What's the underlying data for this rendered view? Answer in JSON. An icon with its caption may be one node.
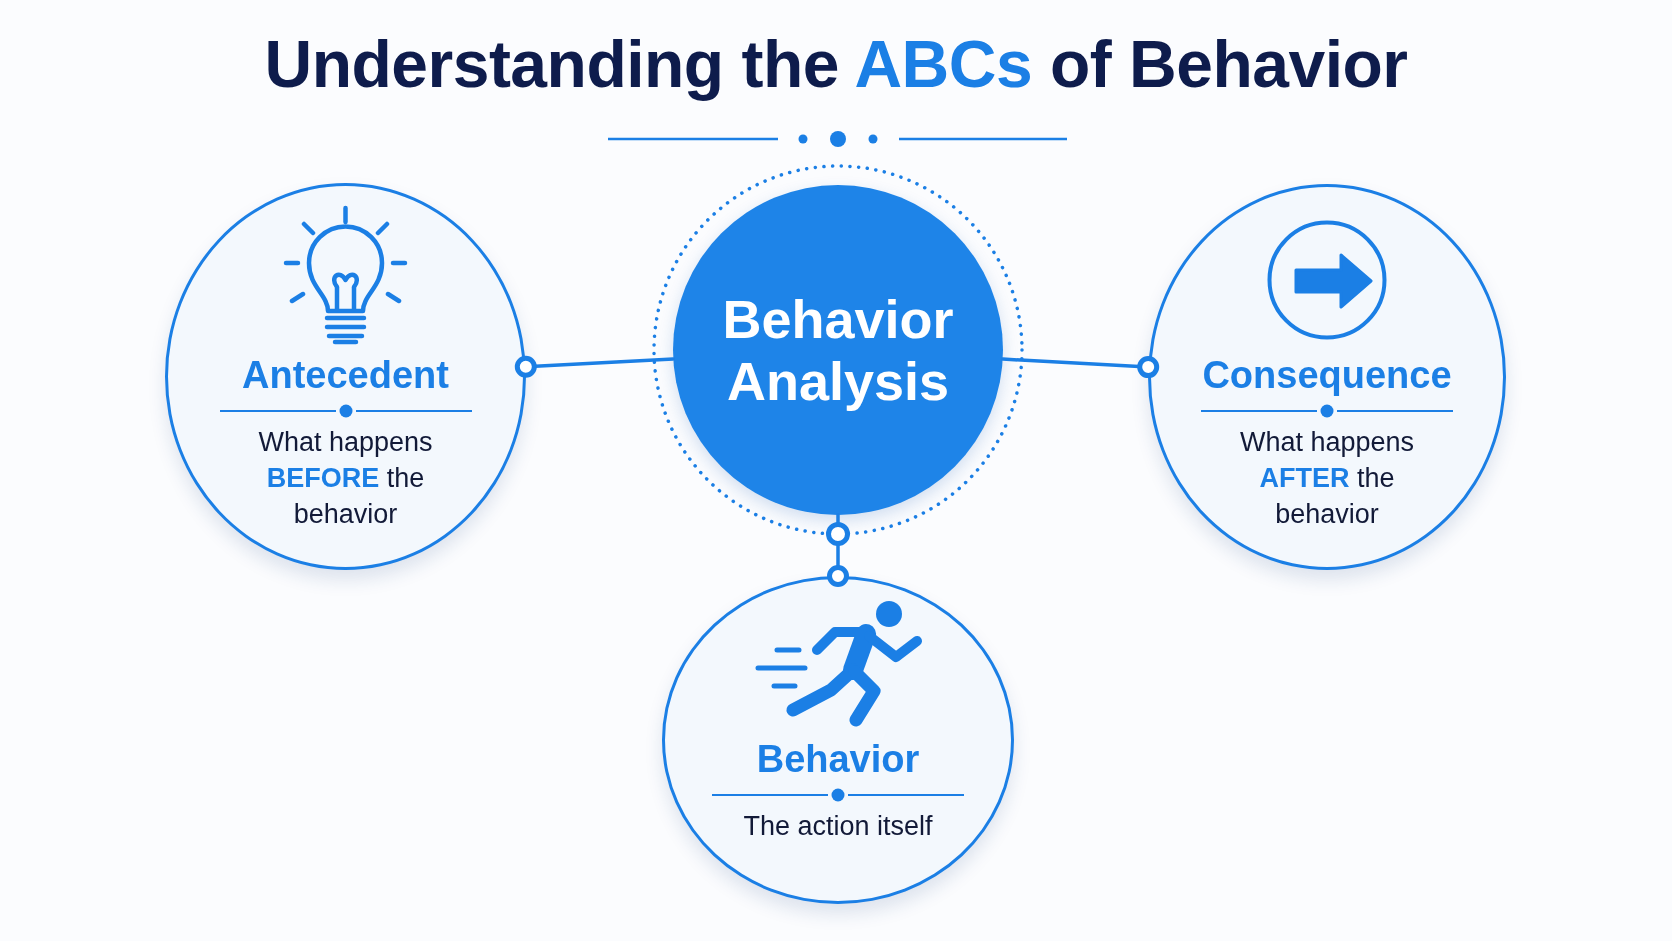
{
  "diagram": {
    "title": "Understanding the **ABCs** of Behavior",
    "nodes": [
      {
        "text": [
          "Antecedent",
          "What happens **BEFORE** the behavior"
        ]
      },
      {
        "text": [
          "Behavior Analysis"
        ]
      },
      {
        "text": [
          "Consequence",
          "What happens **AFTER** the behavior"
        ]
      },
      {
        "text": [
          "Behavior",
          "The action itself"
        ]
      }
    ],
    "edges": [
      {
        "from": 1,
        "to": 0,
        "arrow": "other"
      },
      {
        "from": 1,
        "to": 2,
        "arrow": "other"
      },
      {
        "from": 1,
        "to": 3,
        "arrow": "other"
      }
    ]
  }
}
